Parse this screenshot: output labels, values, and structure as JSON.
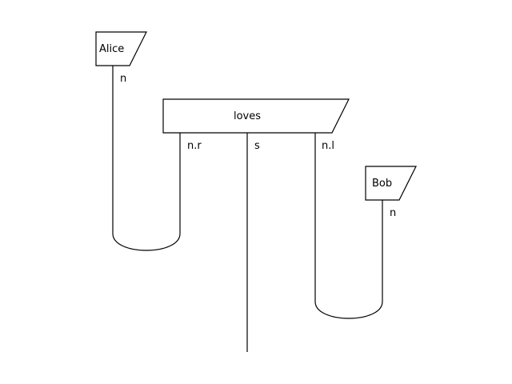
{
  "boxes": {
    "alice": {
      "label": "Alice"
    },
    "loves": {
      "label": "loves"
    },
    "bob": {
      "label": "Bob"
    }
  },
  "wire_labels": {
    "alice_out": "n",
    "loves_left": "n.r",
    "loves_middle": "s",
    "loves_right": "n.l",
    "bob_out": "n"
  },
  "colors": {
    "stroke": "#000000",
    "background": "#ffffff"
  }
}
